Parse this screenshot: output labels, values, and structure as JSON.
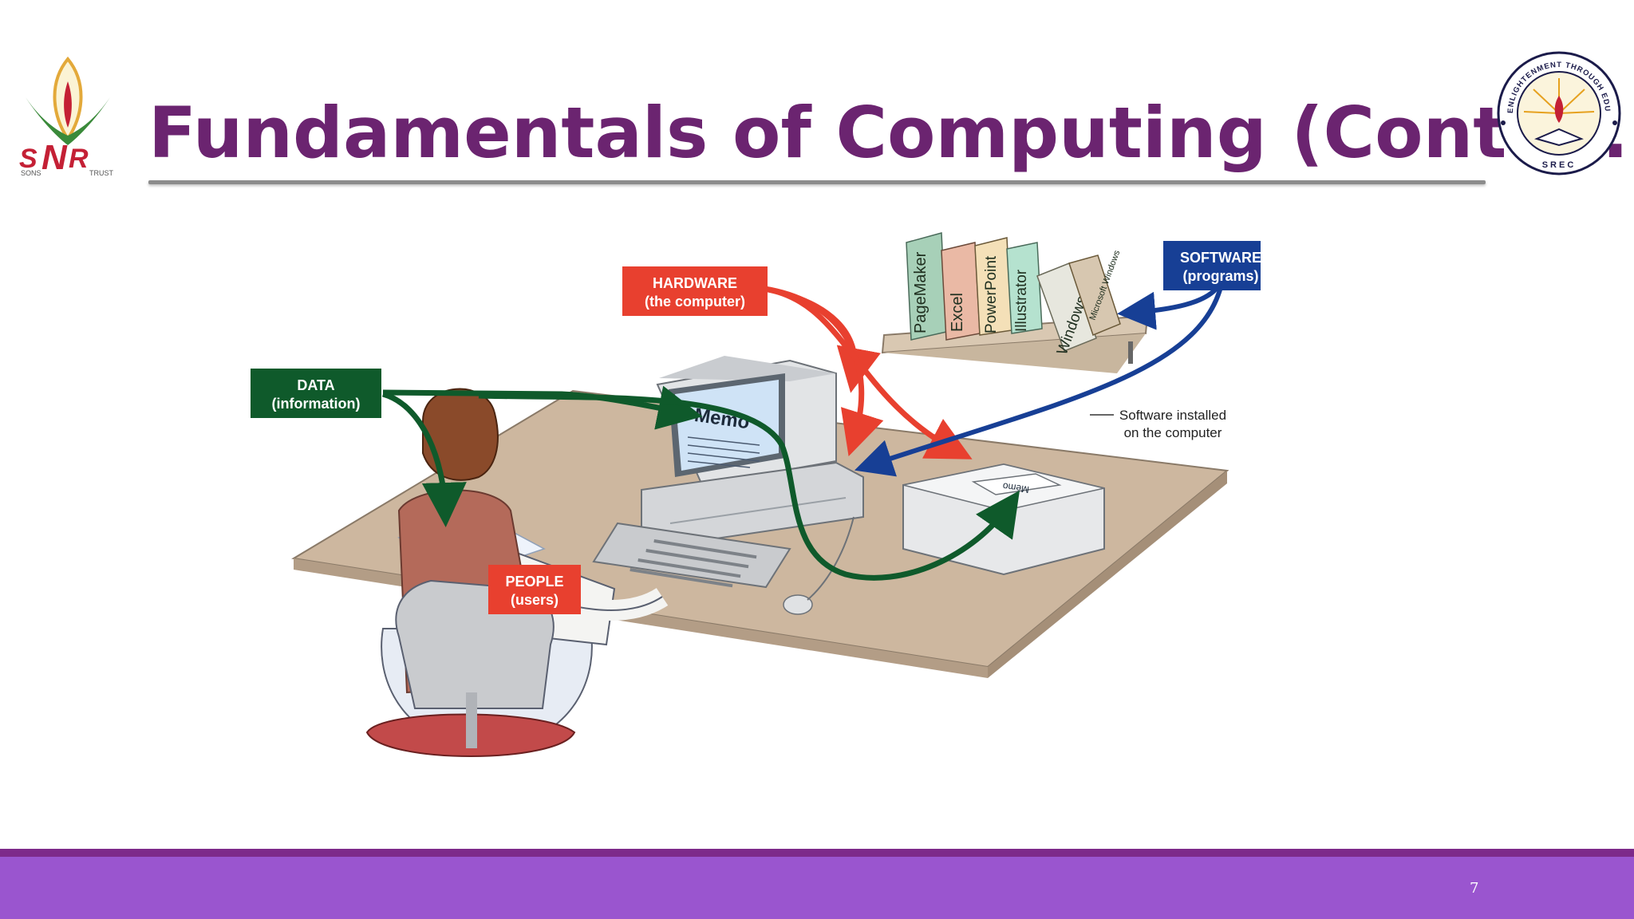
{
  "slide": {
    "title": "Fundamentals of Computing (Contd… )",
    "page_number": "7"
  },
  "logos": {
    "left": {
      "wordmark_left": "S",
      "wordmark_mid": "N",
      "wordmark_right": "R",
      "sub_left": "SONS",
      "sub_right": "TRUST",
      "icon": "snr-logo-icon"
    },
    "right": {
      "arc_text": "ENLIGHTENMENT THROUGH EDUCATION",
      "bottom_text": "SREC",
      "icon": "srec-seal-icon"
    }
  },
  "diagram": {
    "labels": {
      "hardware_line1": "HARDWARE",
      "hardware_line2": "(the computer)",
      "software_line1": "SOFTWARE",
      "software_line2": "(programs)",
      "data_line1": "DATA",
      "data_line2": "(information)",
      "people_line1": "PEOPLE",
      "people_line2": "(users)"
    },
    "books": [
      "PageMaker",
      "Excel",
      "PowerPoint",
      "Illustrator",
      "Windows",
      "Microsoft Windows"
    ],
    "annotation_line1": "Software installed",
    "annotation_line2": "on the computer",
    "screen_text": "Memo",
    "printer_text": "Memo",
    "colors": {
      "hardware": "#e8402f",
      "software": "#173f95",
      "data": "#0f5a2b",
      "people": "#e8402f"
    }
  }
}
